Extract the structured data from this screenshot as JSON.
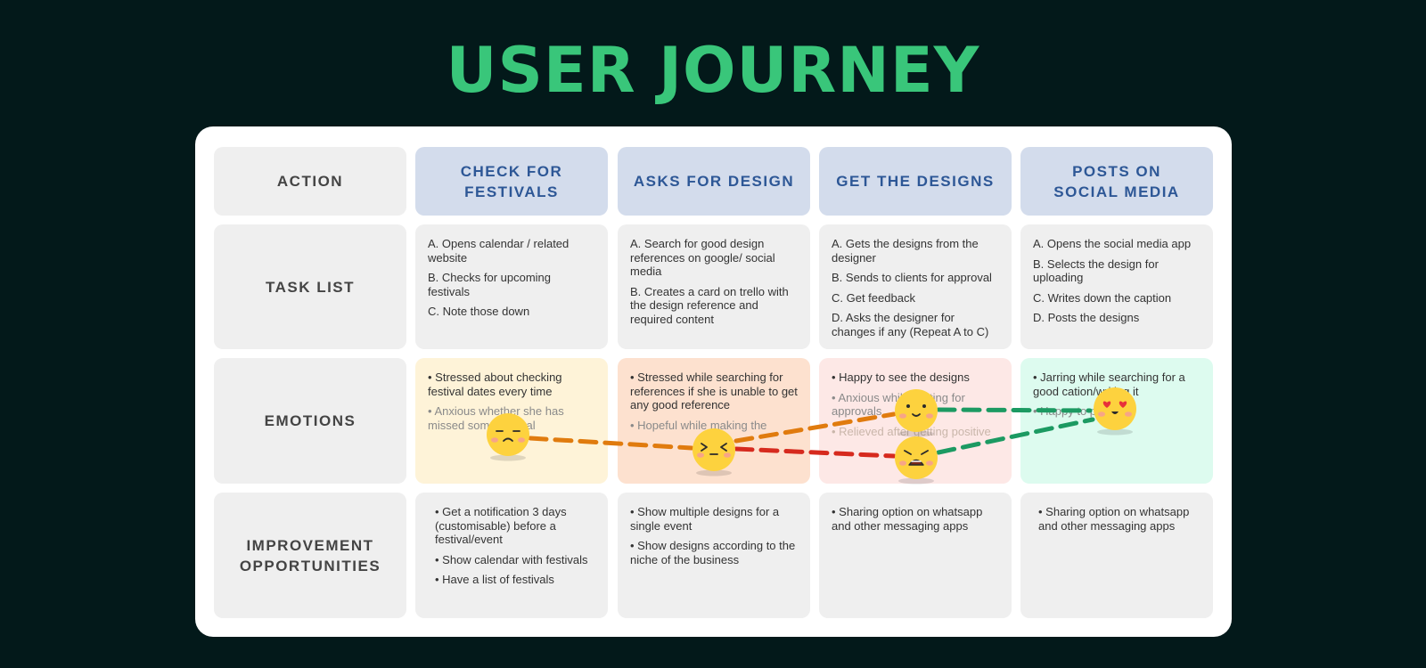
{
  "title": "USER JOURNEY",
  "row_labels": {
    "action": "ACTION",
    "task_list": "TASK LIST",
    "emotions": "EMOTIONS",
    "improvement": [
      "IMPROVEMENT",
      "OPPORTUNITIES"
    ]
  },
  "stages": [
    {
      "title": [
        "CHECK FOR",
        "FESTIVALS"
      ],
      "tasks": [
        "A. Opens calendar / related website",
        "B. Checks for upcoming festivals",
        "C. Note those down"
      ],
      "emotions": [
        "• Stressed about checking festival dates every time",
        "• Anxious whether she has missed some festival"
      ],
      "improvements": [
        "• Get a notification 3 days (customisable) before a festival/event",
        "• Show calendar with festivals",
        "• Have a list of festivals"
      ],
      "emotion_color": "#fef3d8"
    },
    {
      "title": [
        "ASKS FOR DESIGN"
      ],
      "tasks": [
        "A. Search for good design references on google/ social media",
        "B.  Creates a card on trello with the design reference and required content"
      ],
      "emotions": [
        "• Stressed while searching for references if she is unable to get any good reference",
        "• Hopeful while making the"
      ],
      "improvements": [
        "• Show multiple designs for a single event",
        "• Show designs according to the niche of the business"
      ],
      "emotion_color": "#fde1cf"
    },
    {
      "title": [
        "GET THE DESIGNS"
      ],
      "tasks": [
        "A. Gets the designs from the designer",
        "B. Sends to clients for approval",
        "C. Get feedback",
        "D. Asks the designer for changes if any (Repeat A to C)"
      ],
      "emotions": [
        "• Happy to see the designs",
        "• Anxious while waiting for approvals",
        "• Relieved after getting positive"
      ],
      "improvements": [
        "• Sharing option on whatsapp and other messaging apps"
      ],
      "emotion_color": "#fde8e6"
    },
    {
      "title": [
        "POSTS ON",
        "SOCIAL MEDIA"
      ],
      "tasks": [
        "A. Opens the social media app",
        "B. Selects the design for uploading",
        "C. Writes down the caption",
        "D. Posts the designs"
      ],
      "emotions": [
        "• Jarring while searching for a good cation/writing it",
        "• Happy to post"
      ],
      "improvements": [
        "• Sharing option on whatsapp and other messaging apps"
      ],
      "emotion_color": "#ddfbef"
    }
  ],
  "journey": {
    "points": [
      {
        "name": "stressed",
        "face": "sad"
      },
      {
        "name": "frustrated",
        "face": "squint"
      },
      {
        "name": "happy",
        "face": "smile"
      },
      {
        "name": "anxious",
        "face": "grimace"
      },
      {
        "name": "delighted",
        "face": "heart-eyes"
      }
    ],
    "colors": {
      "orange": "#e07b0e",
      "red": "#d62a1e",
      "green": "#1c9a62",
      "face": "#fdd23e",
      "blush": "#f59a9a"
    }
  }
}
